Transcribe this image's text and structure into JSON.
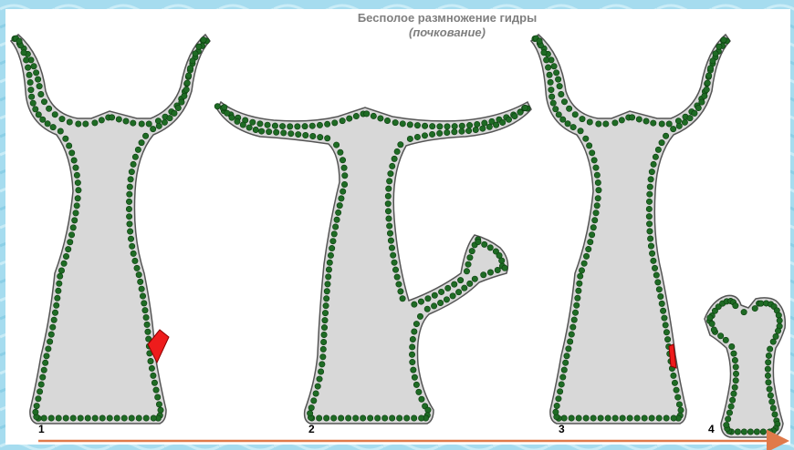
{
  "title": "Бесполое размножение гидры",
  "subtitle": "(почкование)",
  "stages": [
    {
      "label": "1"
    },
    {
      "label": "2"
    },
    {
      "label": "3"
    },
    {
      "label": "4"
    }
  ],
  "colors": {
    "background": "#9fd9ee",
    "body_fill": "#d8d8d8",
    "outline": "#555555",
    "cell_dots": "#1e6b24",
    "bud_marker": "#ee1c1c",
    "arrow": "#e07a4a"
  }
}
